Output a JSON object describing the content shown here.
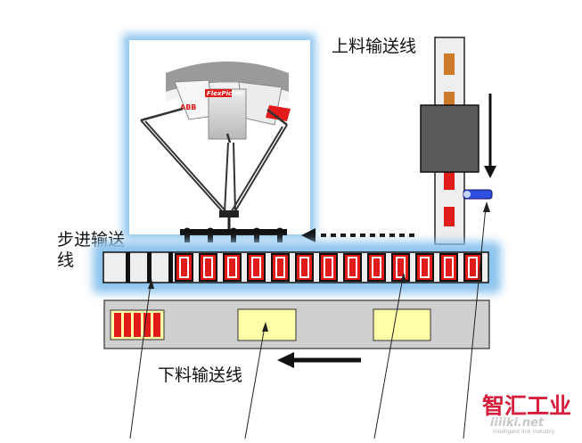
{
  "labels": {
    "infeed": "上料输送线",
    "stepping_l1": "步进输送",
    "stepping_l2": "线",
    "outfeed": "下料输送线"
  },
  "robot": {
    "brand": "ABB",
    "model": "FlexPicker"
  },
  "watermark": {
    "cn": "智汇工业",
    "url": "iiiiki.net",
    "en": "intelligent link industry"
  },
  "colors": {
    "product_red": "#e11a1a",
    "tray_yellow": "#ffffaa",
    "glow_blue": "#8ec5ee",
    "sensor_blue": "#2f4fe0",
    "product_brown": "#cd7a2a",
    "block_gray": "#5a5a5a",
    "watermark_red": "#d61f3c"
  },
  "icons": [
    "down-arrow-icon",
    "left-arrow-icon",
    "dotted-arrow-icon",
    "sensor-icon"
  ]
}
